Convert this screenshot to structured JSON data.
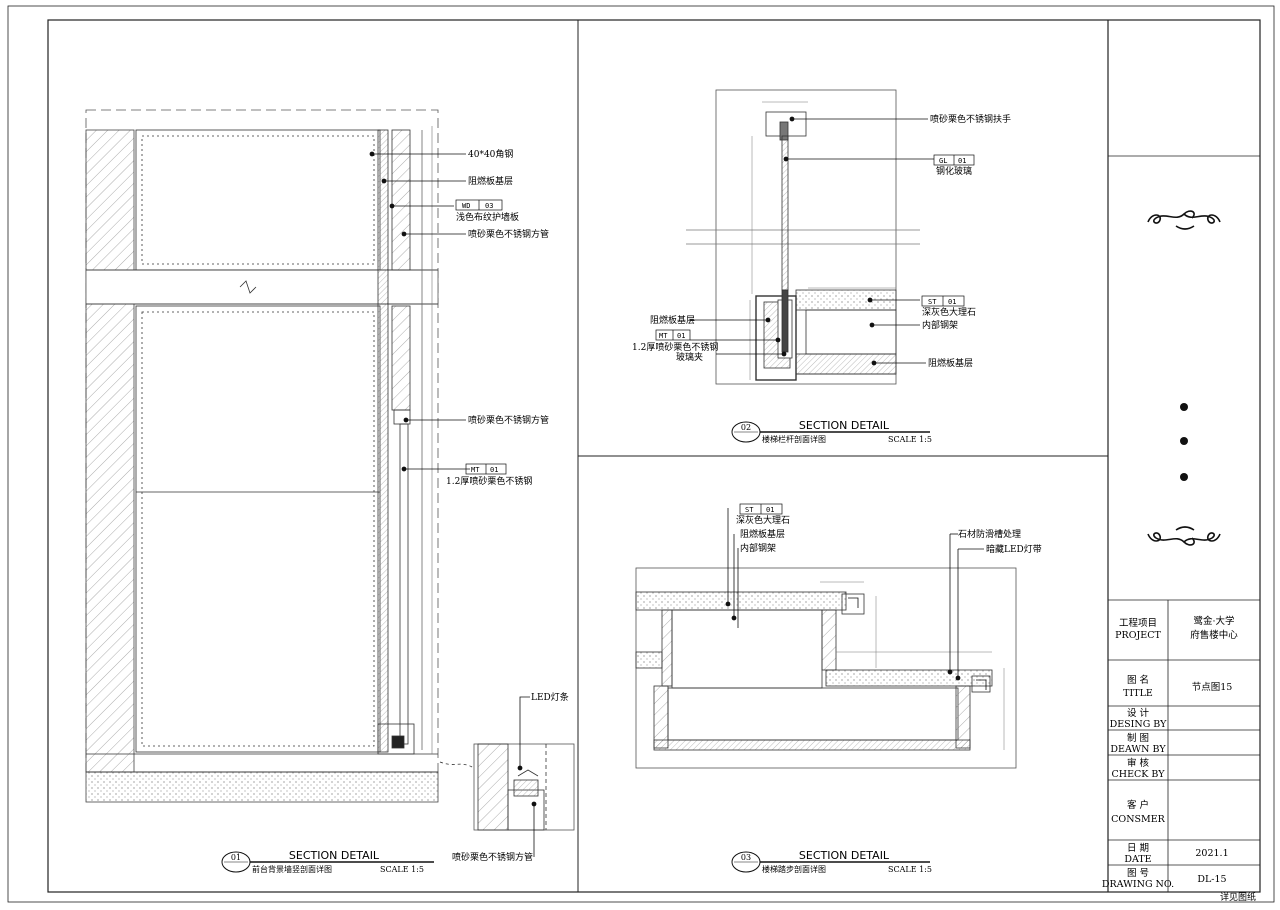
{
  "detail1": {
    "num": "01",
    "heading": "SECTION DETAIL",
    "subtitle": "前台背景墙竖剖面详图",
    "scale": "SCALE 1:5",
    "labels": {
      "angle": "40*40角钢",
      "fr_base": "阻燃板基层",
      "wd_code": "WD",
      "wd_no": "03",
      "wd_name": "浅色布纹护墙板",
      "tube_top": "喷砂栗色不锈钢方管",
      "tube_mid": "喷砂栗色不锈钢方管",
      "mt_code": "MT",
      "mt_no": "01",
      "mt_name": "1.2厚喷砂栗色不锈钢",
      "led": "LED灯条",
      "tube_bottom": "喷砂栗色不锈钢方管"
    }
  },
  "detail2": {
    "num": "02",
    "heading": "SECTION DETAIL",
    "subtitle": "楼梯栏杆剖面详图",
    "scale": "SCALE 1:5",
    "labels": {
      "handrail": "喷砂栗色不锈钢扶手",
      "gl_code": "GL",
      "gl_no": "01",
      "gl_name": "钢化玻璃",
      "st_code": "ST",
      "st_no": "01",
      "st_name": "深灰色大理石",
      "steel": "内部钢架",
      "fr_left": "阻燃板基层",
      "mt_code": "MT",
      "mt_no": "01",
      "mt_name1": "1.2厚喷砂栗色不锈钢",
      "mt_name2": "玻璃夹",
      "fr_right": "阻燃板基层"
    }
  },
  "detail3": {
    "num": "03",
    "heading": "SECTION DETAIL",
    "subtitle": "楼梯踏步剖面详图",
    "scale": "SCALE 1:5",
    "labels": {
      "st_code": "ST",
      "st_no": "01",
      "st_name": "深灰色大理石",
      "fr": "阻燃板基层",
      "steel": "内部钢架",
      "antislip": "石材防滑槽处理",
      "led": "暗藏LED灯带"
    }
  },
  "titleblock": {
    "project_cn": "工程项目",
    "project_en": "PROJECT",
    "project_value_1": "鹭金·大学",
    "project_value_2": "府售楼中心",
    "title_cn": "图  名",
    "title_en": "TITLE",
    "title_value": "节点图15",
    "design_cn": "设  计",
    "design_en": "DESING BY",
    "drawn_cn": "制  图",
    "drawn_en": "DEAWN  BY",
    "check_cn": "审  核",
    "check_en": "CHECK  BY",
    "client_cn": "客  户",
    "client_en": "CONSMER",
    "date_cn": "日  期",
    "date_en": "DATE",
    "date_value": "2021.1",
    "drawing_cn": "图  号",
    "drawing_en": "DRAWING NO.",
    "drawing_value": "DL-15"
  },
  "footer_note": "详见图纸"
}
